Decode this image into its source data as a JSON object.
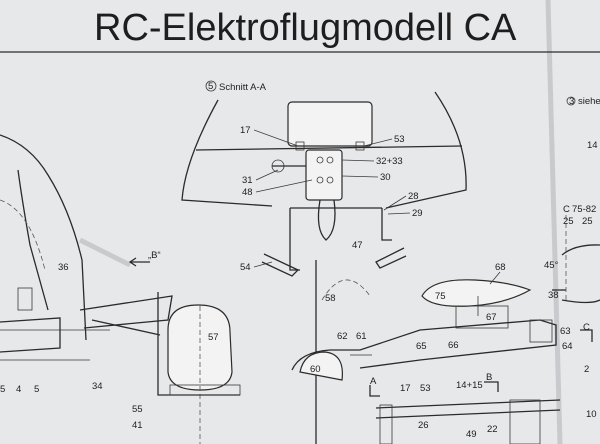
{
  "header": {
    "title": "RC-Elektroflugmodell CA"
  },
  "section": {
    "index": "5",
    "label": "Schnitt A-A"
  },
  "side_note": {
    "index": "3",
    "text": "siehe"
  },
  "view_marker": {
    "label": "„B“"
  },
  "parts": {
    "p17": "17",
    "p53": "53",
    "p3233": "32+33",
    "p31": "31",
    "p48": "48",
    "p30": "30",
    "p28": "28",
    "p29": "29",
    "p47": "47",
    "p54": "54",
    "p58": "58",
    "p68": "68",
    "p75": "75",
    "p67": "67",
    "p38": "38",
    "p36": "36",
    "p57": "57",
    "p62": "62",
    "p61": "61",
    "p65": "65",
    "p66": "66",
    "p63": "63",
    "p64": "64",
    "p60": "60",
    "p34": "34",
    "p55": "55",
    "p41": "41",
    "p14": "14",
    "p5a": "5",
    "p4": "4",
    "p5b": "5",
    "pA": "A",
    "p17b": "17",
    "p53b": "53",
    "p1415": "14+15",
    "pB": "B",
    "p26": "26",
    "p49": "49",
    "p22": "22",
    "pC": "C",
    "p25a": "25",
    "p25b": "25",
    "pC2": "C",
    "p10": "10",
    "p2": "2",
    "pNum": "75-82",
    "p45": "45°"
  }
}
